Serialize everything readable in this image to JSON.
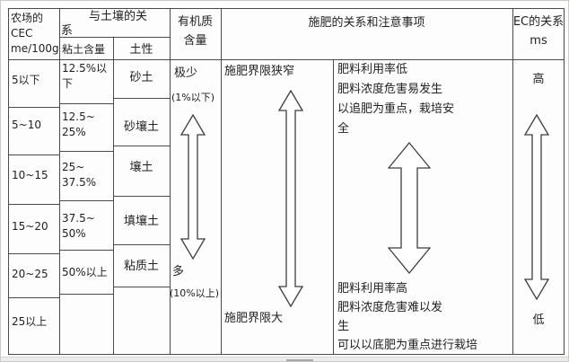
{
  "colors": {
    "grid_line": "#4a4a4a",
    "text": "#1f1f1f",
    "background": "#ffffff",
    "frame": "#c9c9c7",
    "arrow_outline": "#3d3d3d"
  },
  "header": {
    "cec": "农场的\nCEC\nme/100g",
    "soil_relation": "与土壤的关\n系",
    "clay_content": "粘土含量",
    "soil_texture": "土性",
    "organic_matter": "有机质\n含量",
    "fertilization": "施肥的关系和注意事项",
    "ec": "EC的关系\nms"
  },
  "rows": {
    "cec_values": [
      "5以下",
      "5~10",
      "10~15",
      "15~20",
      "20~25",
      "25以上"
    ],
    "clay_values": [
      "12.5%以\n下",
      "12.5~\n25%",
      "25~\n37.5%",
      "37.5~\n50%",
      "50%以上"
    ],
    "texture_values": [
      "砂土",
      "砂壤土",
      "壤土",
      "填壤土",
      "粘质土"
    ]
  },
  "organic": {
    "top": "极少",
    "top_note": "(1%以下)",
    "bottom": "多",
    "bottom_note": "(10%以上)"
  },
  "fertilization": {
    "limit_top": "施肥界限狭窄",
    "limit_bottom": "施肥界限大",
    "notes_top": "肥料利用率低\n肥料浓度危害易发生\n以追肥为重点，栽培安\n全",
    "notes_bottom": "肥料利用率高\n肥料浓度危害难以发\n生\n可以以底肥为重点进行栽培"
  },
  "ec": {
    "top": "高",
    "bottom": "低"
  }
}
